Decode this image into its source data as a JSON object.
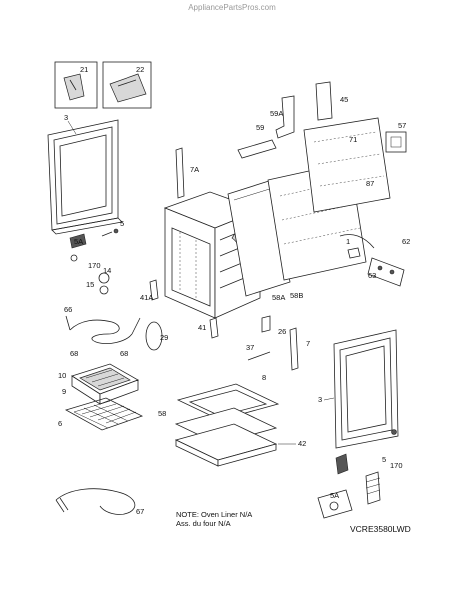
{
  "header": {
    "watermark": "AppliancePartsPros.com"
  },
  "footer": {
    "note_line1": "NOTE: Oven Liner N/A",
    "note_line2": "Ass. du four N/A",
    "model": "VCRE3580LWD"
  },
  "callouts": {
    "c21": "21",
    "c22": "22",
    "c45": "45",
    "c59a": "59A",
    "c59": "59",
    "c71": "71",
    "c57": "57",
    "c87": "87",
    "c3a": "3",
    "c7a": "7A",
    "c5a": "5",
    "c5aa": "5A",
    "c170a": "170",
    "c14": "14",
    "c15": "15",
    "c1": "1",
    "c62": "62",
    "c63": "63",
    "c41a": "41A",
    "c58a": "58A",
    "c58b": "58B",
    "c66": "66",
    "c41": "41",
    "c29": "29",
    "c26": "26",
    "c7": "7",
    "c68a": "68",
    "c68b": "68",
    "c37": "37",
    "c10": "10",
    "c9": "9",
    "c6": "6",
    "c8": "8",
    "c3b": "3",
    "c58": "58",
    "c42": "42",
    "c5b": "5",
    "c5ab": "5A",
    "c170b": "170",
    "c67": "67"
  }
}
